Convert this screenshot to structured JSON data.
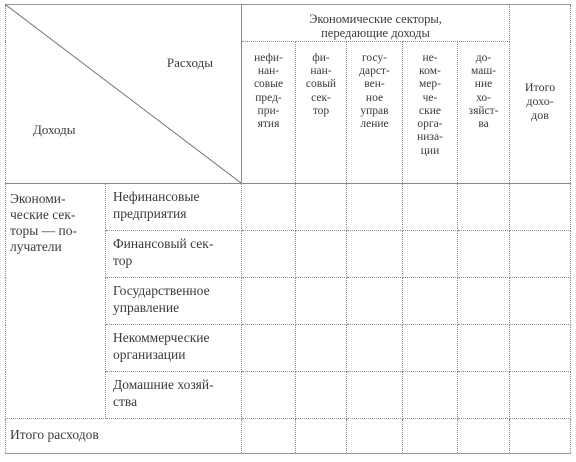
{
  "table": {
    "corner": {
      "top_label": "Расходы",
      "bottom_label": "Доходы"
    },
    "column_group_header": "Экономические секторы,\nпередающие доходы",
    "columns": [
      "нефи-\nнан-\nсовые\nпред-\nпри-\nятия",
      "фи-\nнан-\nсовый\nсек-\nтор",
      "госу-\nдарст-\nвен-\nное\nуправ\nление",
      "не-\nком-\nмер-\nче-\nские\nорга-\nниза-\nции",
      "до-\nмаш-\nние\nхо-\nзяйст-\nва"
    ],
    "total_column": "Итого\nдохо-\nдов",
    "row_group_label": "Экономи-\nческие сек-\nторы — по-\nлучатели",
    "rows": [
      "Нефинансовые\nпредприятия",
      "Финансовый сек-\nтор",
      "Государственное\nуправление",
      "Некоммерческие\nорганизации",
      "Домашние хозяй-\nства"
    ],
    "total_row": "Итого расходов"
  }
}
